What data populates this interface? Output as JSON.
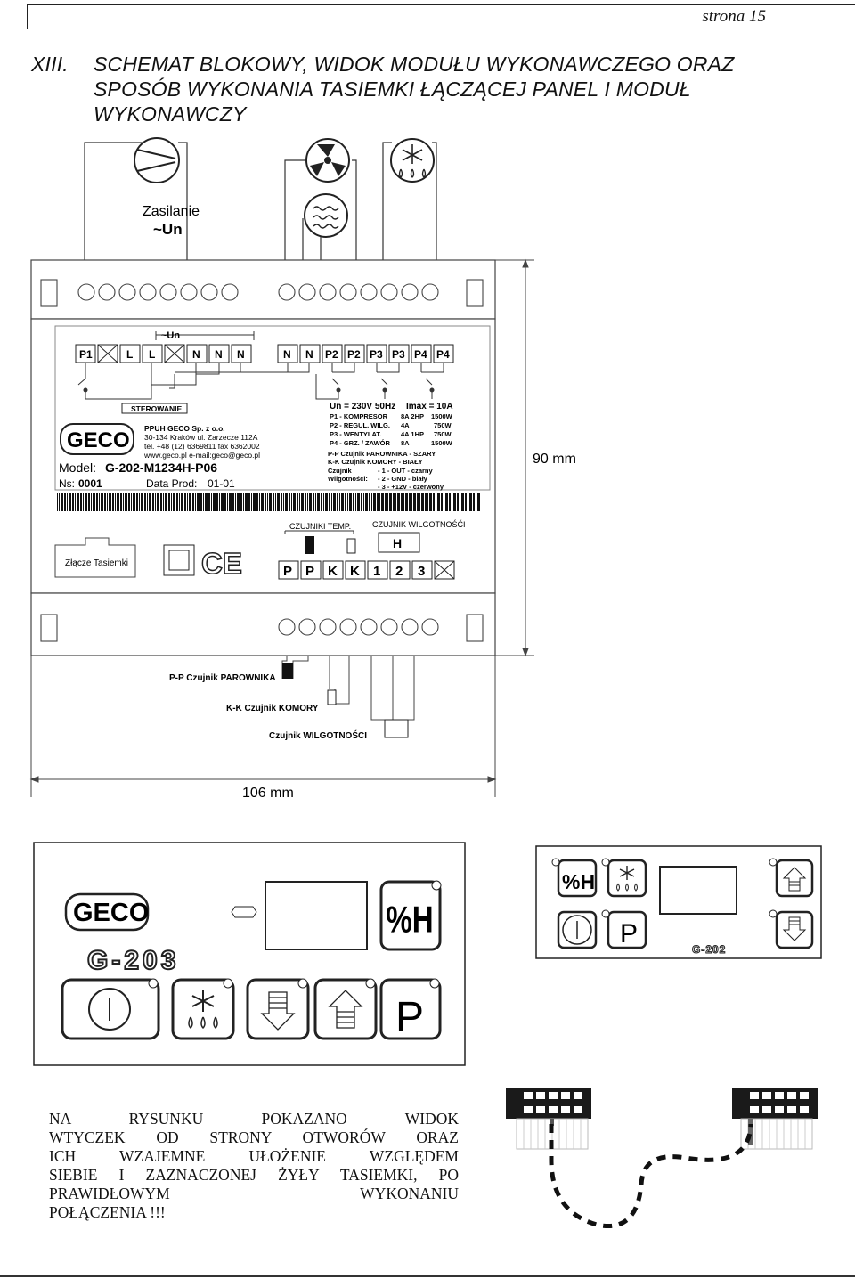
{
  "page": {
    "number": "strona 15"
  },
  "heading": {
    "num": "XIII.",
    "line1": "SCHEMAT BLOKOWY, WIDOK MODUŁU WYKONAWCZEGO ORAZ",
    "line2": "SPOSÓB WYKONANIA TASIEMKI ŁĄCZĄCEJ PANEL I MODUŁ",
    "line3": "WYKONAWCZY"
  },
  "supply": {
    "label": "Zasilanie",
    "symbol": "~Un"
  },
  "module": {
    "un_label": "~Un",
    "top_pins": [
      "P1",
      "L",
      "L",
      "N",
      "N",
      "N",
      "N",
      "N",
      "P2",
      "P2",
      "P3",
      "P3",
      "P4",
      "P4"
    ],
    "sterowanie": "STEROWANIE",
    "company": {
      "name": "PPUH GECO Sp. z o.o.",
      "address": "30-134 Kraków ul. Zarzecze 112A",
      "phone": "tel. +48 (12) 6369811 fax 6362002",
      "web": "www.geco.pl e-mail:geco@geco.pl",
      "logo": "GECO"
    },
    "model_label": "Model:",
    "model_value": "G-202-M1234H-P06",
    "ns_label": "Ns:",
    "ns_value": "0001",
    "date_label": "Data Prod:",
    "date_value": "01-01",
    "ratings": {
      "un": "Un = 230V  50Hz",
      "imax": "Imax = 10A",
      "rows": [
        [
          "P1 - KOMPRESOR",
          "8A 2HP",
          "1500W"
        ],
        [
          "P2 - REGUL. WILG.",
          "4A",
          "750W"
        ],
        [
          "P3 - WENTYLAT.",
          "4A 1HP",
          "750W"
        ],
        [
          "P4 - GRZ. / ZAWÓR",
          "8A",
          "1500W"
        ]
      ]
    },
    "sensors": {
      "pp": "P-P Czujnik PAROWNIKA  - SZARY",
      "kk": "K-K Czujnik  KOMORY - BIAŁY",
      "hum1": "Czujnik",
      "hum2": "Wilgotności:",
      "c1": "- 1 -  OUT  -  czarny",
      "c2": "- 2 -  GND  -  biały",
      "c3": "- 3 -  +12V -  czerwony"
    },
    "czujniki_temp": "CZUJNIKI TEMP.",
    "czujnik_wilg": "CZUJNIK WILGOTNOŚĆI",
    "h_label": "H",
    "bottom_pins": [
      "P",
      "P",
      "K",
      "K",
      "1",
      "2",
      "3"
    ],
    "zlacze": "Złącze Tasiemki",
    "ce": "CE"
  },
  "dimensions": {
    "height": "90 mm",
    "width": "106 mm"
  },
  "wires": {
    "pp": "P-P Czujnik PAROWNIKA",
    "kk": "K-K Czujnik  KOMORY",
    "wilg": "Czujnik WILGOTNOŚCI"
  },
  "panel_g203": {
    "logo": "GECO",
    "model": "G-203",
    "percent_h": "%H",
    "btn_p": "P"
  },
  "panel_g202": {
    "model": "G-202",
    "percent_h": "%H",
    "btn_p": "P"
  },
  "note": {
    "line1": "NA RYSUNKU POKAZANO WIDOK",
    "line2": "WTYCZEK OD STRONY OTWORÓW ORAZ",
    "line3": "ICH WZAJEMNE UŁOŻENIE WZGLĘDEM",
    "line4": "SIEBIE I ZAZNACZONEJ ŻYŁY TASIEMKI, PO",
    "line5": "PRAWIDŁOWYM WYKONANIU",
    "line6": "POŁĄCZENIA !!!"
  }
}
